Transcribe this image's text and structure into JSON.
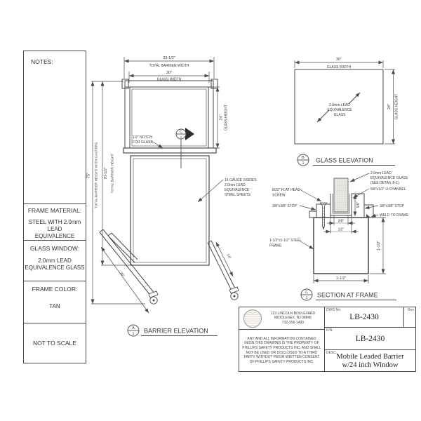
{
  "sidebar": {
    "notes_label": "NOTES:",
    "frame_material": {
      "label": "FRAME MATERIAL:",
      "lines": [
        "STEEL WITH 2.0mm LEAD",
        "EQUIVALENCE"
      ]
    },
    "glass_window": {
      "label": "GLASS WINDOW:",
      "lines": [
        "2.0mm LEAD",
        "EQUIVALENCE GLASS"
      ]
    },
    "frame_color": {
      "label": "FRAME COLOR:",
      "value": "TAN"
    },
    "scale_note": "NOT TO SCALE"
  },
  "barrier_elevation": {
    "view": {
      "letter": "A",
      "number": "1",
      "title": "BARRIER ELEVATION"
    },
    "dims": {
      "total_width": "33-1/2\"",
      "total_width_label": "TOTAL BARRIER WIDTH",
      "glass_width": "30\"",
      "glass_width_label": "GLASS WIDTH",
      "glass_height": "24\"",
      "glass_height_label": "GLASS HEIGHT",
      "total_height_casters": "75\"",
      "total_height_casters_label": "TOTAL BARRIER HEIGHT WITH CASTERS",
      "total_height": "70-1/2\"",
      "total_height_label": "TOTAL BARRIER HEIGHT",
      "left_leg": "36\"",
      "right_leg": "14\""
    },
    "notch_callout": [
      "1/2\" NOTCH",
      "FOR GLASS"
    ],
    "sheets_callout": [
      "16 GAUGE 2/SIDES",
      "2.0mm LEAD",
      "EQUIVALENCE",
      "STEEL SHEETS"
    ],
    "section_marker": {
      "letter": "C",
      "number": "1"
    }
  },
  "glass_elevation": {
    "view": {
      "letter": "B",
      "number": "1",
      "title": "GLASS ELEVATION"
    },
    "dims": {
      "width": "30\"",
      "width_label": "GLASS WIDTH",
      "height": "24\"",
      "height_label": "GLASS HEIGHT"
    },
    "note": [
      "2.0mm LEAD",
      "EQUIVALENCE",
      "GLASS"
    ]
  },
  "section_at_frame": {
    "view": {
      "letter": "C",
      "number": "1",
      "title": "SECTION AT FRAME"
    },
    "dims": {
      "glass_thickness": "3/8\"",
      "channel_width": "1/2\"",
      "channel_depth": "5/8\"",
      "frame_height": "1-1/2\"",
      "frame_width": "1-1/2\""
    },
    "callouts": {
      "glass": [
        "2.0mm LEAD",
        "EQUIVALENCE GLASS",
        "(SEE DETAIL B-1)"
      ],
      "u_channel": "5/8\"x1/2\" U-CHANNEL",
      "stop_right": "3/8\"x3/8\" STOP",
      "weld": "WELD TO FRAME",
      "screw": [
        "8/32\" FLAT HEAD",
        "SCREW"
      ],
      "stop_left": "3/8\"x3/8\" STOP",
      "steel_frame": [
        "1-1/2\"x1-1/2\" STEEL",
        "FRAME"
      ]
    }
  },
  "title_block": {
    "address_lines": [
      "123 LINCOLN BOULEVARD",
      "MIDDLESEX, NJ 08846",
      "732-356-1493"
    ],
    "legal_lines": [
      "ANY AND ALL INFORMATION CONTAINED",
      "IN/ON THIS DRAWING IS THE PROPERTY OF",
      "PHILLIPS SAFETY PRODUCTS INC. AND SHALL",
      "NOT BE USED OR DISCLOSED TO A THIRD",
      "PARTY WITHOUT PRIOR WRITTEN CONSENT",
      "OF PHILLIPS SAFETY PRODUCTS INC."
    ],
    "dwg_no_label": "DWG No.",
    "dwg_no": "LB-2430",
    "rev_label": "Rev.",
    "pn_label": "P/N:",
    "pn": "LB-2430",
    "desc_label": "DESC.",
    "desc_line1": "Mobile Leaded Barrier",
    "desc_line2": "w/24 inch Window"
  },
  "colors": {
    "line": "#4a4a4a",
    "text": "#3a3a3a",
    "glass_fill": "#eceae6"
  }
}
